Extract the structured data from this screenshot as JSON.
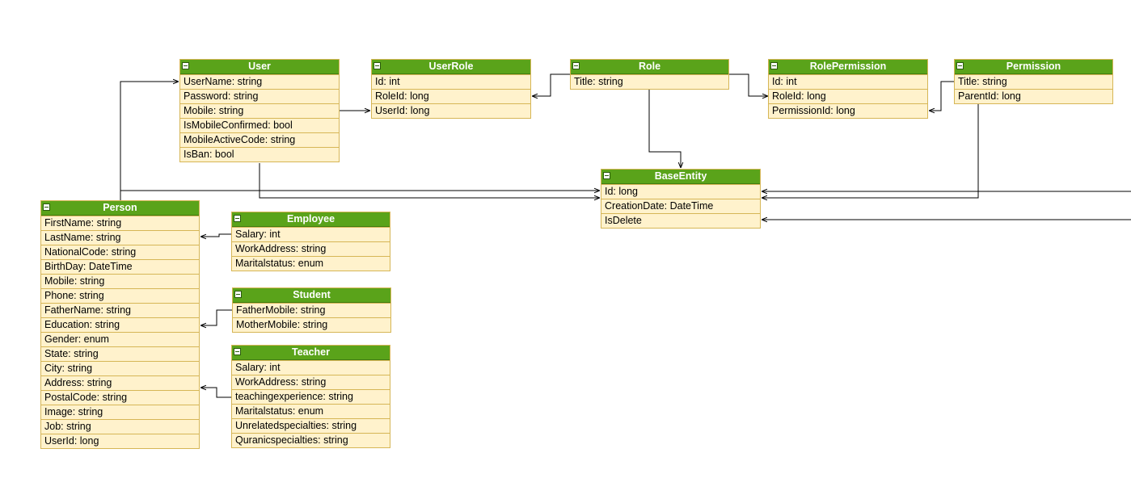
{
  "entities": {
    "user": {
      "title": "User",
      "fields": [
        "UserName: string",
        "Password: string",
        "Mobile: string",
        "IsMobileConfirmed: bool",
        "MobileActiveCode: string",
        "IsBan: bool"
      ]
    },
    "userrole": {
      "title": "UserRole",
      "fields": [
        "Id: int",
        "RoleId: long",
        "UserId: long"
      ]
    },
    "role": {
      "title": "Role",
      "fields": [
        "Title: string"
      ]
    },
    "rolepermission": {
      "title": "RolePermission",
      "fields": [
        "Id: int",
        "RoleId: long",
        "PermissionId: long"
      ]
    },
    "permission": {
      "title": "Permission",
      "fields": [
        "Title: string",
        "ParentId: long"
      ]
    },
    "baseentity": {
      "title": "BaseEntity",
      "fields": [
        "Id: long",
        "CreationDate: DateTime",
        "IsDelete"
      ]
    },
    "person": {
      "title": "Person",
      "fields": [
        "FirstName: string",
        "LastName: string",
        "NationalCode: string",
        "BirthDay: DateTime",
        "Mobile: string",
        "Phone: string",
        "FatherName: string",
        "Education: string",
        "Gender: enum",
        "State: string",
        "City: string",
        "Address: string",
        "PostalCode: string",
        "Image: string",
        "Job: string",
        "UserId: long"
      ]
    },
    "employee": {
      "title": "Employee",
      "fields": [
        "Salary: int",
        "WorkAddress: string",
        "Maritalstatus: enum"
      ]
    },
    "student": {
      "title": "Student",
      "fields": [
        "FatherMobile: string",
        "MotherMobile: string"
      ]
    },
    "teacher": {
      "title": "Teacher",
      "fields": [
        "Salary: int",
        "WorkAddress: string",
        "teachingexperience: string",
        "Maritalstatus: enum",
        "Unrelatedspecialties: string",
        "Quranicspecialties: string"
      ]
    }
  },
  "colors": {
    "header": "#5aa31a",
    "body": "#fff2cc",
    "border": "#d6b656",
    "connector": "#000000"
  }
}
